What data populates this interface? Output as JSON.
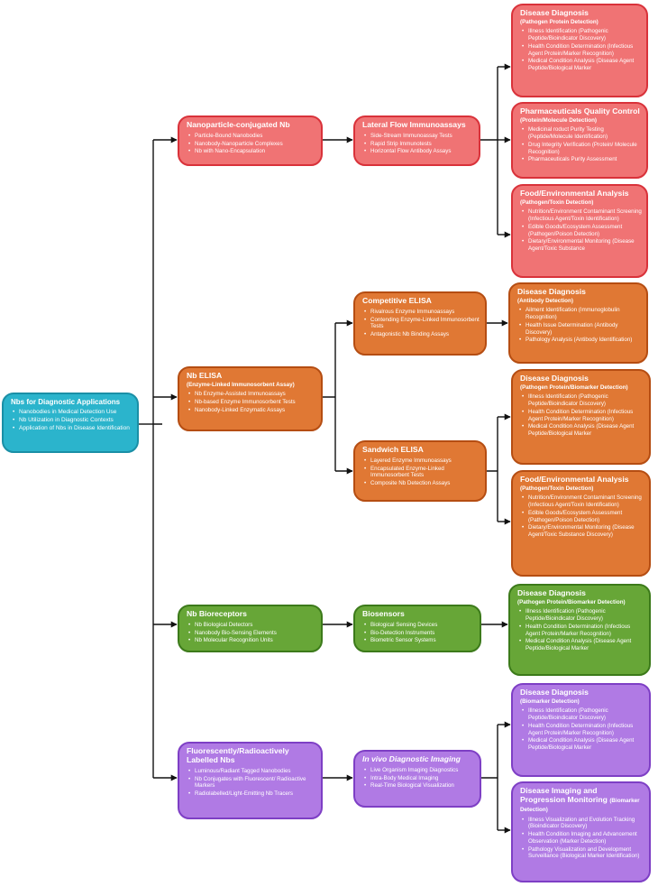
{
  "root": {
    "title": "Nbs for Diagnostic Applications",
    "items": [
      "Nanobodies in Medical Detection Use",
      "Nb Utilization in Diagnostic Contexts",
      "Application of Nbs in Disease Identification"
    ]
  },
  "branches": [
    {
      "color": "#f07374",
      "category": {
        "title": "Nanoparticle-conjugated Nb",
        "items": [
          "Particle-Bound Nanobodies",
          "Nanobody-Nanoparticle Complexes",
          "Nb with Nano-Encapsulation"
        ]
      },
      "method": {
        "title": "Lateral Flow Immunoassays",
        "items": [
          "Side-Stream Immunoassay Tests",
          "Rapid Strip Immunotests",
          "Horizontal Flow Antibody Assays"
        ]
      },
      "outcomes": [
        {
          "title": "Disease Diagnosis",
          "subtitle": "(Pathogen Protein Detection)",
          "items": [
            "Illness Identification (Pathogenic Peptide/Bioindicator Discovery)",
            "Health Condition Determination (Infectious Agent Protein/Marker Recognition)",
            "Medical Condition Analysis (Disease Agent Peptide/Biological Marker"
          ]
        },
        {
          "title": "Pharmaceuticals Quality Control",
          "subtitle": "(Protein/Molecule Detection)",
          "items": [
            "Medicinal roduct Purity Testing (Peptide/Molecule Identification)",
            "Drug Integrity Verification (Protein/ Molecule Recognition)",
            "Pharmaceuticals Purity Assessment"
          ]
        },
        {
          "title": "Food/Environmental Analysis",
          "subtitle": "(Pathogen/Toxin Detection)",
          "items": [
            "Nutrition/Environment Contaminant Screening (Infectious Agent/Toxin Identification)",
            "Edible Goods/Ecosystem Assessment (Pathogen/Poison Detection)",
            "Dietary/Environmental Monitoring (Disease Agent/Toxic Substance"
          ]
        }
      ]
    },
    {
      "color": "#e07834",
      "category": {
        "title": "Nb ELISA",
        "subtitle": "(Enzyme-Linked Immunosorbent Assay)",
        "items": [
          "Nb Enzyme-Assisted Immunoassays",
          "Nb-based Enzyme Immunosorbent Tests",
          "Nanobody-Linked Enzymatic Assays"
        ]
      },
      "methods": [
        {
          "title": "Competitive ELISA",
          "items": [
            "Rivalrous Enzyme Immunoassays",
            "Contending Enzyme-Linked Immunosorbent Tests",
            "Antagonistic Nb Binding Assays"
          ]
        },
        {
          "title": "Sandwich ELISA",
          "items": [
            "Layered Enzyme Immunoassays",
            "Encapsulated Enzyme-Linked Immunosorbent Tests",
            "Composite Nb Detection Assays"
          ]
        }
      ],
      "outcomes": [
        {
          "title": "Disease Diagnosis",
          "subtitle": "(Antibody Detection)",
          "items": [
            "Ailment Identification (Immunoglobulin Recognition)",
            "Health Issue Determination (Antibody Discovery)",
            "Pathology Analysis (Antibody Identification)"
          ]
        },
        {
          "title": "Disease Diagnosis",
          "subtitle": "(Pathogen Protein/Biomarker Detection)",
          "items": [
            "Illness Identification (Pathogenic Peptide/Bioindicator Discovery)",
            "Health Condition Determination (Infectious Agent Protein/Marker Recognition)",
            "Medical Condition Analysis (Disease Agent Peptide/Biological Marker"
          ]
        },
        {
          "title": "Food/Environmental Analysis",
          "subtitle": "(Pathogen/Toxin Detection)",
          "items": [
            "Nutrition/Environment Contaminant Screening (Infectious Agent/Toxin Identification)",
            "Edible Goods/Ecosystem Assessment (Pathogen/Poison Detection)",
            "Dietary/Environmental Monitoring (Disease Agent/Toxic Substance Discovery)"
          ]
        }
      ]
    },
    {
      "color": "#67a637",
      "category": {
        "title": "Nb Bioreceptors",
        "items": [
          "Nb Biological Detectors",
          "Nanobody Bio-Sensing Elements",
          "Nb Molecular Recognition Units"
        ]
      },
      "method": {
        "title": "Biosensors",
        "items": [
          "Biological Sensing Devices",
          "Bio-Detection Instruments",
          "Biometric Sensor Systems"
        ]
      },
      "outcomes": [
        {
          "title": "Disease Diagnosis",
          "subtitle": "(Pathogen Protein/Biomarker Detection)",
          "items": [
            "Illness Identification (Pathogenic Peptide/Bioindicator Discovery)",
            "Health Condition Determination (Infectious Agent Protein/Marker Recognition)",
            "Medical Condition Analysis (Disease Agent Peptide/Biological Marker"
          ]
        }
      ]
    },
    {
      "color": "#b07ae4",
      "category": {
        "title": "Fluorescently/Radioactively Labelled Nbs",
        "items": [
          "Luminous/Radiant Tagged Nanobodies",
          "Nb Conjugates with Fluorescent/ Radioactive Markers",
          "Radiolabelled/Light-Emitting Nb Tracers"
        ]
      },
      "method": {
        "title": "In vivo Diagnostic Imaging",
        "items": [
          "Live Organism Imaging Diagnostics",
          "Intra-Body Medical Imaging",
          "Real-Time Biological Visualization"
        ]
      },
      "outcomes": [
        {
          "title": "Disease Diagnosis",
          "subtitle": "(Biomarker Detection)",
          "items": [
            "Illness Identification (Pathogenic Peptide/Bioindicator Discovery)",
            "Health Condition Determination (Infectious Agent Protein/Marker Recognition)",
            "Medical Condition Analysis (Disease Agent Peptide/Biological Marker"
          ]
        },
        {
          "title": "Disease Imaging and Progression Monitoring",
          "subtitle": "(Biomarker Detection)",
          "items": [
            "Illness Visualization and Evolution Tracking (Bioindicator Discovery)",
            "Health Condition Imaging and Advancement Observation (Marker Detection)",
            "Pathology Visualization and Development Surveillance (Biological Marker Identification)"
          ]
        }
      ]
    }
  ]
}
